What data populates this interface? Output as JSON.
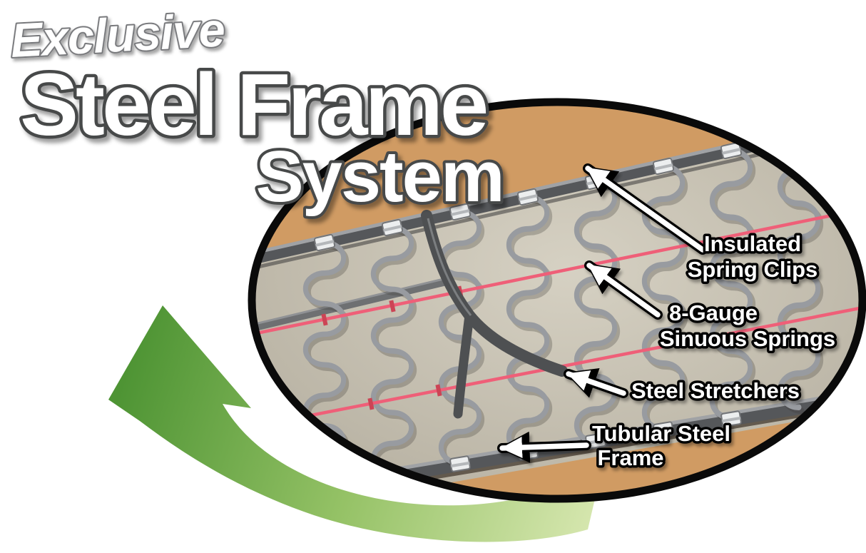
{
  "title": {
    "eyebrow": "Exclusive",
    "main": "Steel Frame",
    "sub": "System"
  },
  "callouts": {
    "clips": {
      "line1": "Insulated",
      "line2": "Spring Clips"
    },
    "springs": {
      "line1": "8-Gauge",
      "line2": "Sinuous Springs"
    },
    "stretchers": {
      "line1": "Steel Stretchers"
    },
    "frame": {
      "line1": "Tubular Steel",
      "line2": "Frame"
    }
  },
  "colors": {
    "fabric_light": "#d6d1c3",
    "fabric_mid": "#bcb6a7",
    "fabric_dark": "#9e9889",
    "wood": "#d09b63",
    "wood_shadow": "#8a6a45",
    "frame_steel": "#55575a",
    "frame_highlight": "#a0a2a5",
    "spring_steel": "#989ba0",
    "wire_pink": "#ef5f78",
    "stretcher": "#4e5052",
    "arrow_dark": "#4e9434",
    "arrow_mid": "#95c266",
    "arrow_light": "#d7e7b0",
    "label_fill": "#ffffff",
    "label_outline": "#000000",
    "title_fill": "#ffffff",
    "title_outline": "#47484a",
    "eyebrow_outline": "#76777a"
  }
}
